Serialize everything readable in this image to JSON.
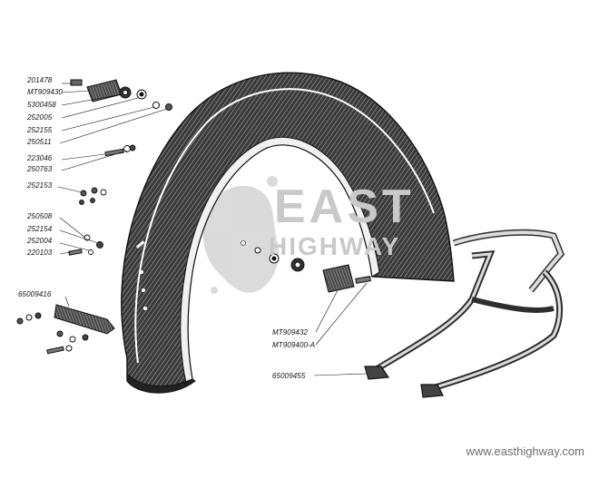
{
  "labels": {
    "p201478": "201478",
    "pMT909430": "MT909430",
    "p5300458": "5300458",
    "p252005": "252005",
    "p252155": "252155",
    "p250511": "250511",
    "p223046": "223046",
    "p250763": "250763",
    "p252153": "252153",
    "p250508": "250508",
    "p252154": "252154",
    "p252004": "252004",
    "p220103": "220103",
    "p65009416": "65009416",
    "pMT909432": "MT909432",
    "pMT909400A": "MT909400-A",
    "p65009455": "65009455"
  },
  "watermark": {
    "logo_line1": "EAST",
    "logo_line2": "HIGHWAY",
    "url": "www.easthighway.com",
    "color": "#c9c9c9"
  },
  "colors": {
    "ink": "#111111",
    "paper": "#ffffff",
    "fender_dark": "#2a2a2a",
    "fender_mid": "#555555"
  }
}
